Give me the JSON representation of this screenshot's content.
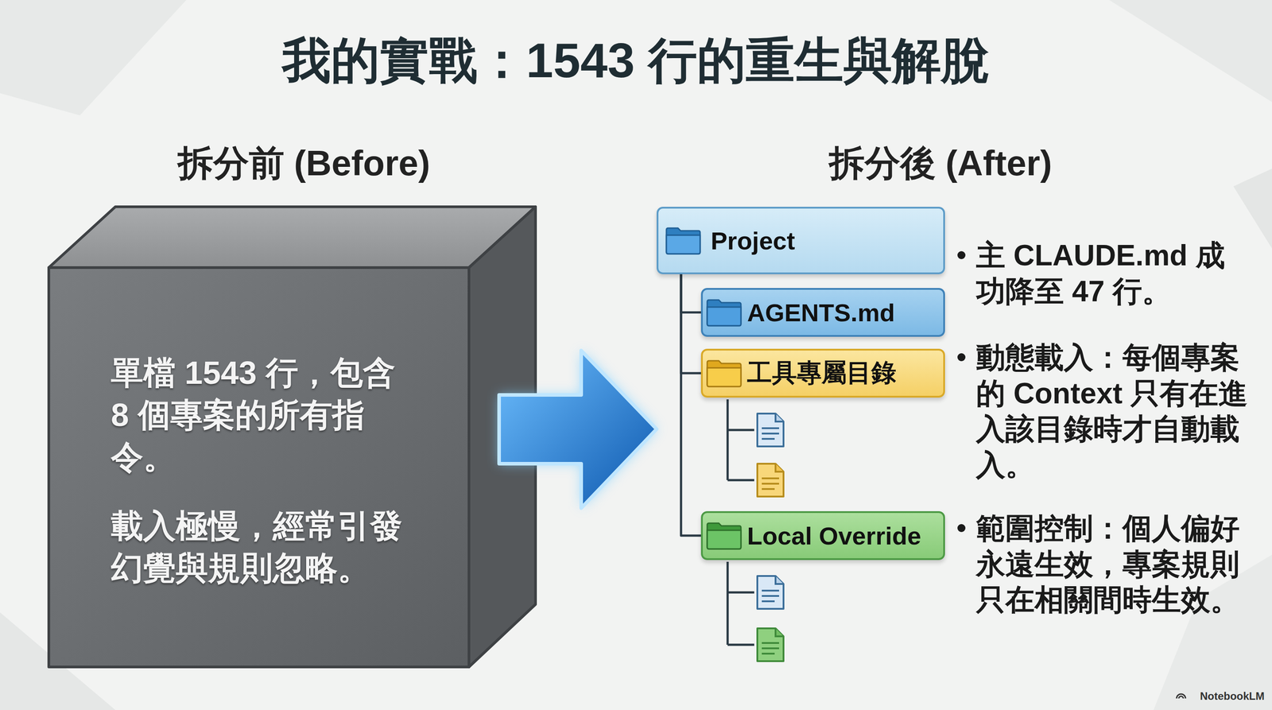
{
  "diagram": {
    "title": "我的實戰：1543 行的重生與解脫",
    "nodes": [
      {
        "text": [
          "單檔 1543 行，包含 8 個專案的所有指令。",
          "載入極慢，經常引發幻覺與規則忽略。"
        ]
      },
      {
        "text": [
          "Project"
        ]
      },
      {
        "text": [
          "AGENTS.md"
        ]
      },
      {
        "text": [
          "工具專屬目錄"
        ]
      },
      {
        "text": [
          "Local Override"
        ]
      }
    ],
    "edges": [
      {
        "from": 1,
        "to": 2,
        "arrow": "none"
      },
      {
        "from": 1,
        "to": 3,
        "arrow": "none"
      },
      {
        "from": 1,
        "to": 4,
        "arrow": "none"
      }
    ],
    "labels": [
      "拆分前 (Before)",
      "拆分後 (After)",
      "主 CLAUDE.md 成功降至 47 行。",
      "動態載入：每個專案的 Context 只有在進入該目錄時才自動載入。",
      "範圍控制：個人偏好永遠生效，專案規則只在相關間時生效。",
      "NotebookLM"
    ]
  }
}
